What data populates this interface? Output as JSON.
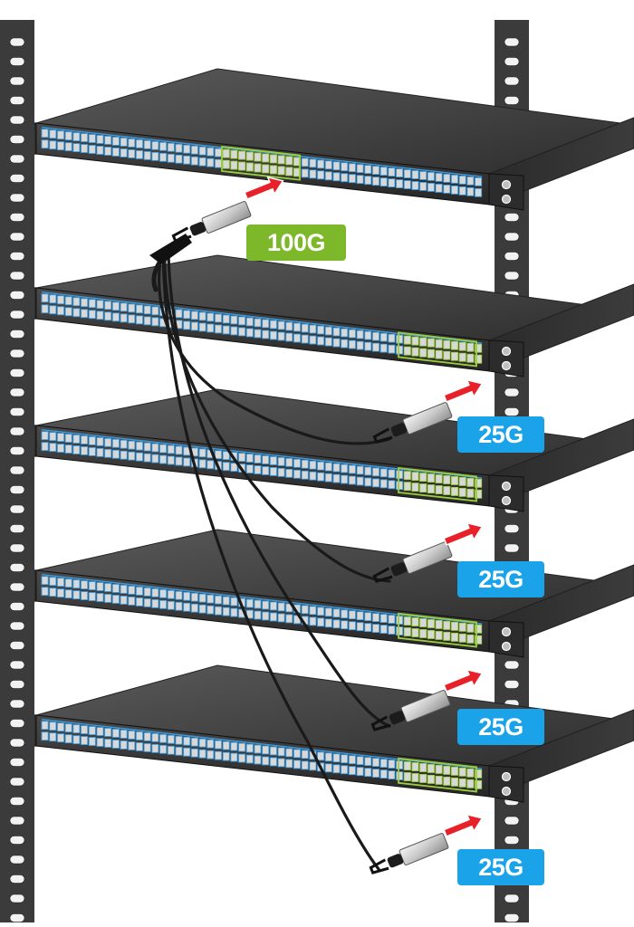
{
  "colors": {
    "uplink_badge": "#7cb82a",
    "downlink_badge": "#1aa3e8",
    "switch_body": "#3a3a3a",
    "rack_rail": "#3b3b3b",
    "port_highlight_blue": "#3a9be0",
    "port_highlight_green": "#9ccf3c",
    "insert_arrow": "#e8202a",
    "cable": "#1a1a1a"
  },
  "labels": {
    "uplink_speed": "100G",
    "downlink_speeds": [
      "25G",
      "25G",
      "25G",
      "25G"
    ]
  },
  "icons": {
    "rack": "server-rack-rails",
    "switch": "network-switch",
    "transceiver": "qsfp-dac-connector",
    "arrow": "insert-arrow"
  }
}
